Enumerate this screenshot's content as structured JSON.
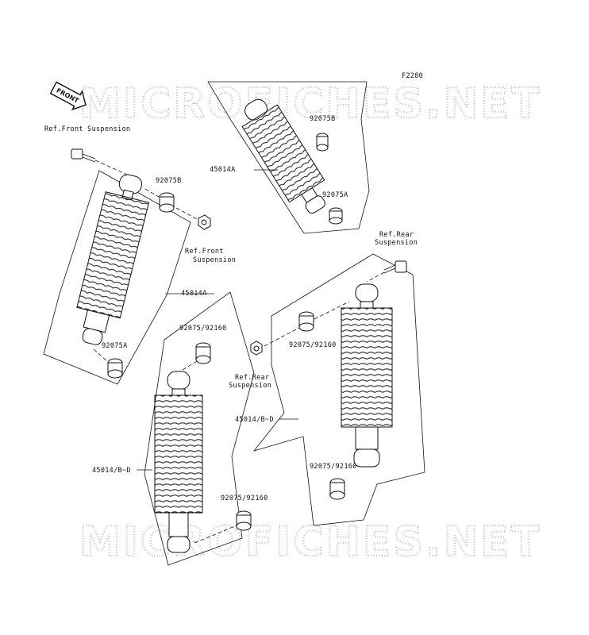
{
  "diagram": {
    "figure_code": "F2280",
    "front_arrow": "FRONT",
    "watermark": "MICROFICHES.NET",
    "labels": {
      "ref_front_suspension_top": "Ref.Front Suspension",
      "part_92075B_front": "92075B",
      "ref_front_suspension_mid_line1": "Ref.Front",
      "ref_front_suspension_mid_line2": "Suspension",
      "part_45014A_front": "45014A",
      "part_92075A_front": "92075A",
      "part_92075B_top": "92075B",
      "part_45014A_top": "45014A",
      "part_92075A_top": "92075A",
      "ref_rear_suspension_right_line1": "Ref.Rear",
      "ref_rear_suspension_right_line2": "Suspension",
      "part_92075_92160_left_top": "92075/92160",
      "part_92075_92160_mid": "92075/92160",
      "ref_rear_suspension_mid_line1": "Ref.Rear",
      "ref_rear_suspension_mid_line2": "Suspension",
      "part_45014_BD_right": "45014/B~D",
      "part_45014_BD_left": "45014/B~D",
      "part_92075_92160_right_bottom": "92075/92160",
      "part_92075_92160_left_bottom": "92075/92160"
    }
  }
}
